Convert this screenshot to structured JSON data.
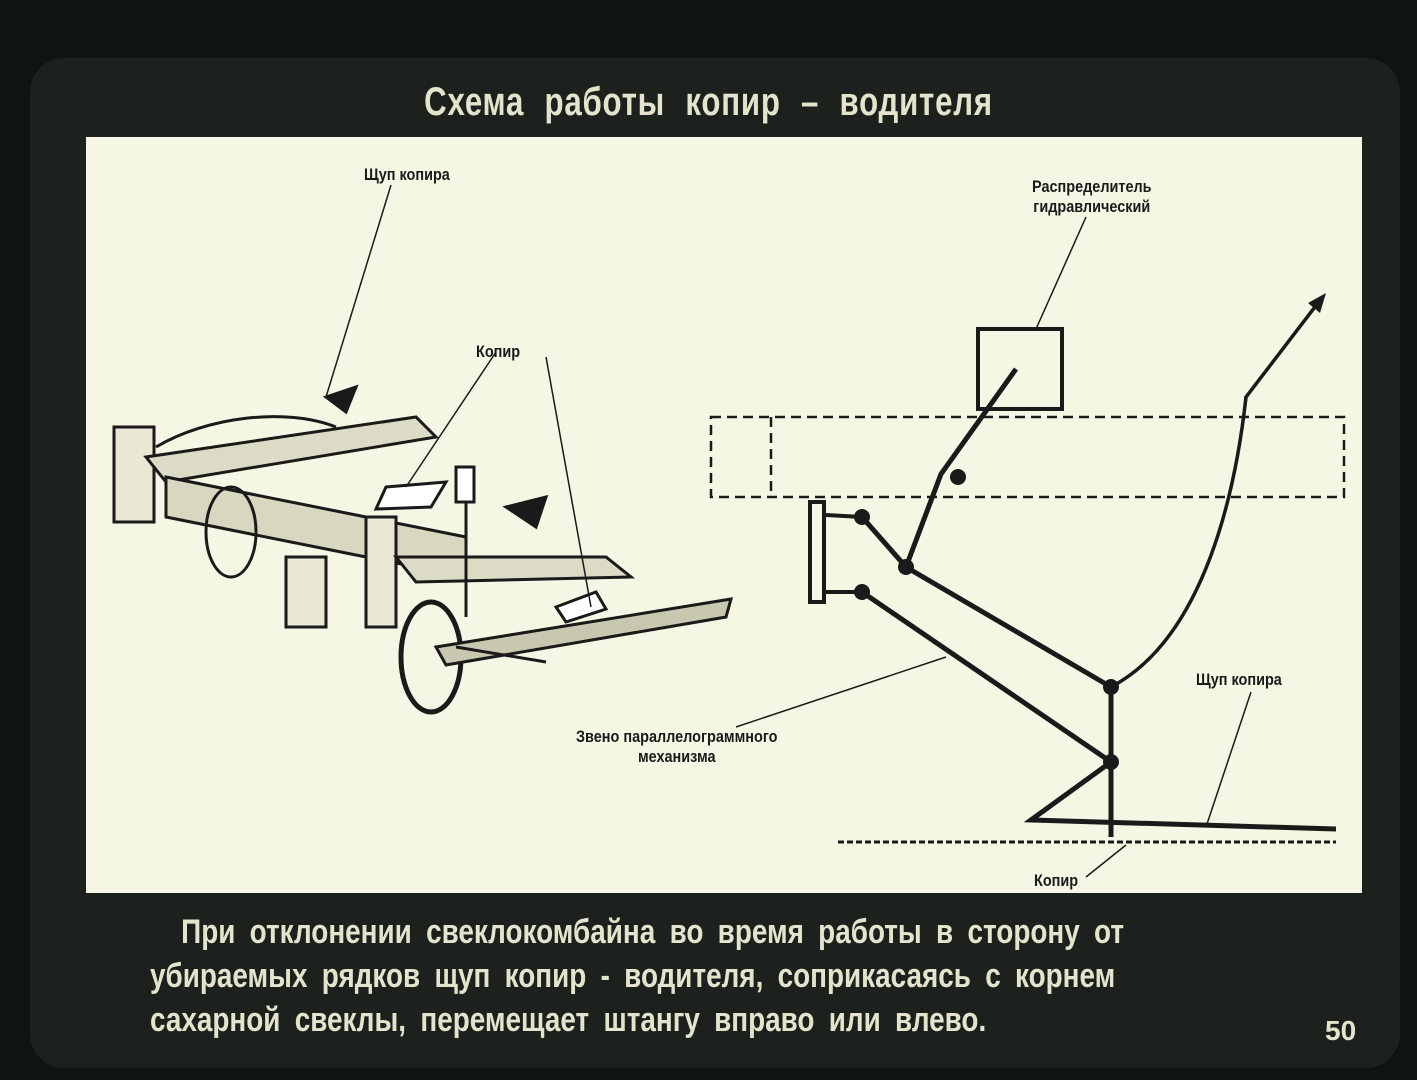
{
  "slide": {
    "title": "Схема работы копир – водителя",
    "labels": {
      "probe_left": "Щуп копира",
      "copier_left": "Копир",
      "distributor_line1": "Распределитель",
      "distributor_line2": "гидравлический",
      "link_line1": "Звено параллелограммного",
      "link_line2": "механизма",
      "probe_right": "Щуп копира",
      "copier_bottom": "Копир"
    },
    "caption": [
      "При отклонении свеклокомбайна во время работы в сторону от",
      "убираемых рядков щуп копир - водителя, соприкасаясь с корнем",
      "сахарной свеклы, перемещает штангу вправо или влево."
    ],
    "page_number": "50"
  }
}
